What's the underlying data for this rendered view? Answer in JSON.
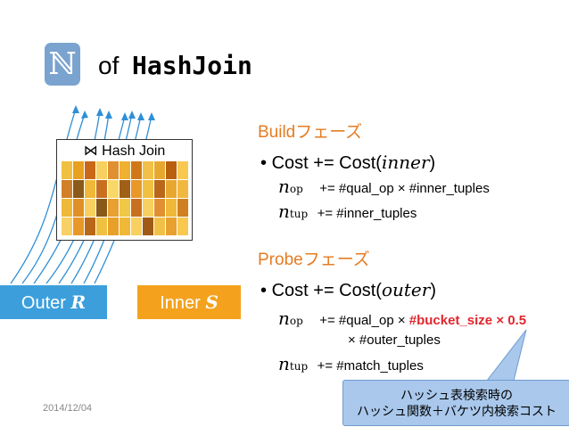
{
  "title": {
    "n_symbol": "ℕ",
    "of": "of",
    "name": "HashJoin"
  },
  "diagram": {
    "join_label": "⋈ Hash Join",
    "outer": {
      "label": "Outer",
      "sym": "R"
    },
    "inner": {
      "label": "Inner",
      "sym": "S"
    },
    "colors": {
      "outer": "#3c9fdc",
      "inner": "#f4a21e",
      "arrow": "#2e8fd6"
    }
  },
  "build": {
    "heading": "Buildフェーズ",
    "bullet": "•",
    "cost_prefix": "Cost += Cost(",
    "cost_arg": "inner",
    "cost_suffix": ")",
    "n_op": "n",
    "n_op_sub": "op",
    "op_eq": "+= #qual_op  × #inner_tuples",
    "n_tup": "n",
    "n_tup_sub": "tup",
    "tup_eq": "+= #inner_tuples"
  },
  "probe": {
    "heading": "Probeフェーズ",
    "bullet": "•",
    "cost_prefix": "Cost += Cost(",
    "cost_arg": "outer",
    "cost_suffix": ")",
    "n_op": "n",
    "n_op_sub": "op",
    "op_eq_a": "+= #qual_op  × ",
    "op_eq_red": "#bucket_size  × 0.5",
    "op_eq_b": "× #outer_tuples",
    "n_tup": "n",
    "n_tup_sub": "tup",
    "tup_eq": "+= #match_tuples"
  },
  "date": "2014/12/04",
  "callout": {
    "line1": "ハッシュ表検索時の",
    "line2": "ハッシュ関数＋バケツ内検索コスト"
  }
}
